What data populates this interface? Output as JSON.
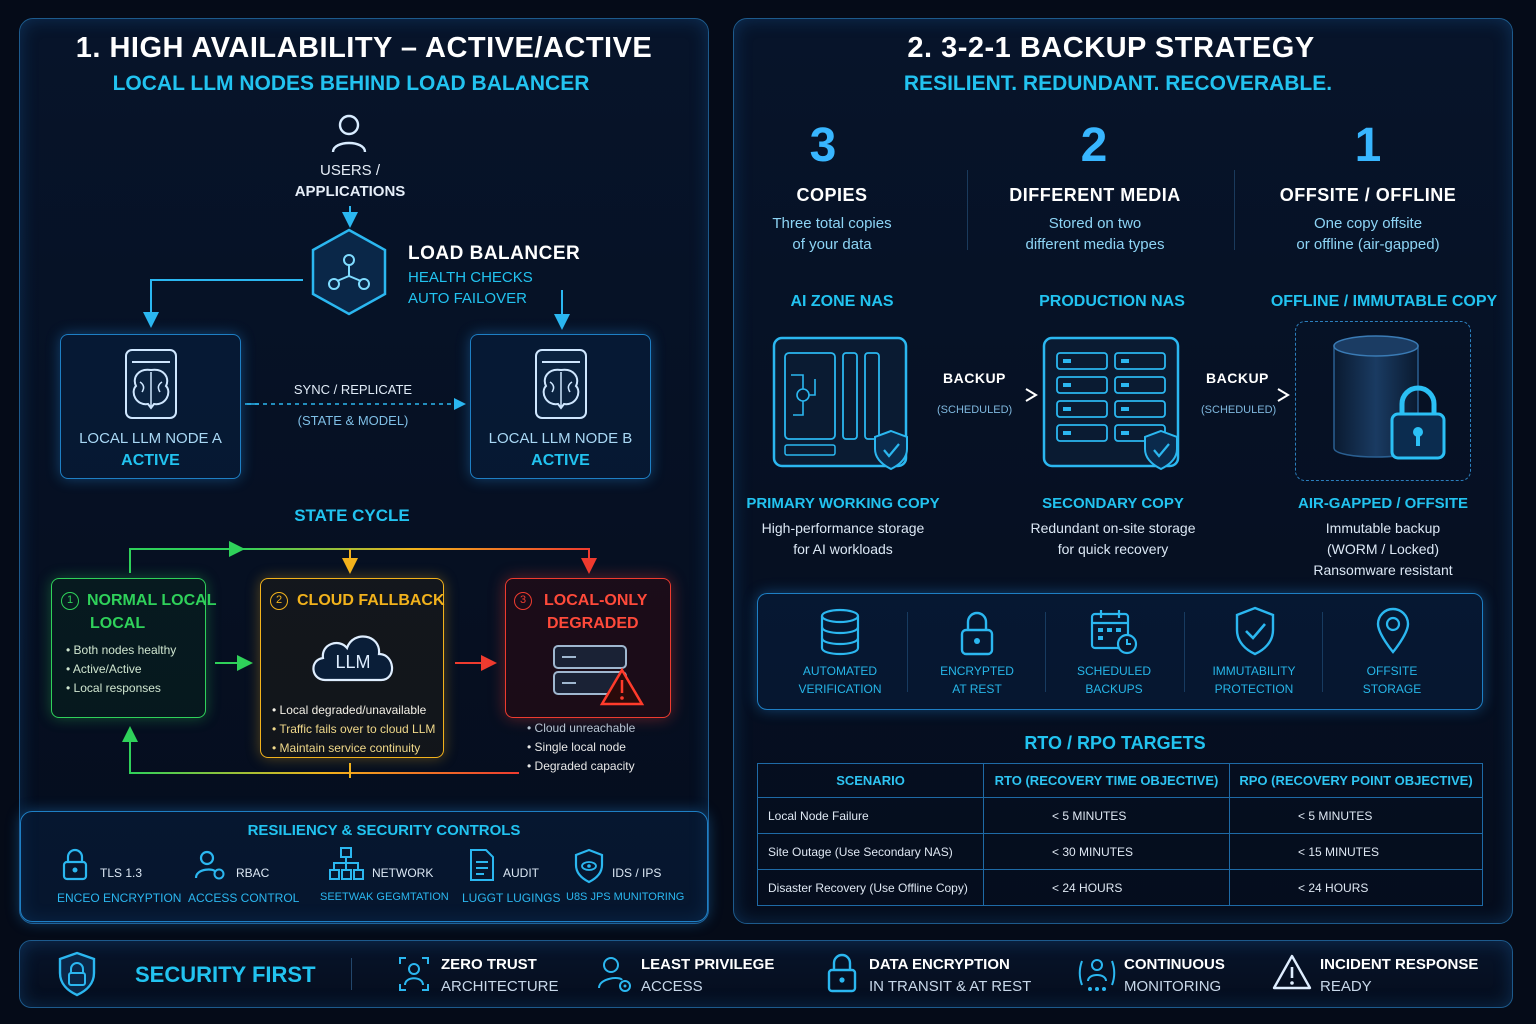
{
  "left": {
    "title": "1. HIGH AVAILABILITY – ACTIVE/ACTIVE",
    "subtitle": "LOCAL LLM NODES BEHIND LOAD BALANCER",
    "users_line1": "USERS /",
    "users_line2": "APPLICATIONS",
    "lb_title": "LOAD BALANCER",
    "lb_line1": "HEALTH CHECKS",
    "lb_line2": "AUTO FAILOVER",
    "node_a_name": "LOCAL LLM NODE A",
    "node_a_status": "ACTIVE",
    "node_b_name": "LOCAL LLM NODE B",
    "node_b_status": "ACTIVE",
    "sync_line1": "SYNC / REPLICATE",
    "sync_line2": "(STATE & MODEL)",
    "state_cycle": "STATE CYCLE",
    "states": [
      {
        "num": "1",
        "title_l1": "NORMAL LOCAL",
        "title_l2": "LOCAL",
        "bullets": [
          "Both nodes healthy",
          "Active/Active",
          "Local responses"
        ],
        "color": "#2fd15a"
      },
      {
        "num": "2",
        "title_l1": "CLOUD FALLBACK",
        "cloud_label": "LLM",
        "bullets": [
          "Local degraded/unavailable",
          "Traffic fails over to cloud LLM",
          "Maintain service continuity"
        ],
        "color": "#f2b21c"
      },
      {
        "num": "3",
        "title_l1": "LOCAL-ONLY",
        "title_l2": "DEGRADED",
        "bullets": [
          "Cloud unreachable",
          "Single local node",
          "Degraded capacity"
        ],
        "color": "#ee3b2f"
      }
    ],
    "controls_title": "RESILIENCY & SECURITY CONTROLS",
    "controls": [
      {
        "top": "TLS 1.3",
        "bottom": "ENCEO ENCRYPTION",
        "icon": "lock-icon"
      },
      {
        "top": "RBAC",
        "bottom": "ACCESS CONTROL",
        "icon": "user-gear-icon"
      },
      {
        "top": "NETWORK",
        "bottom": "SEETWAK GEGMTATION",
        "icon": "network-icon"
      },
      {
        "top": "AUDIT",
        "bottom": "LUGGT LUGINGS",
        "icon": "document-icon"
      },
      {
        "top": "IDS / IPS",
        "bottom": "U8S JPS MUNITORING",
        "icon": "shield-eye-icon"
      }
    ]
  },
  "right": {
    "title": "2. 3-2-1 BACKUP STRATEGY",
    "subtitle": "RESILIENT. REDUNDANT. RECOVERABLE.",
    "rules": [
      {
        "num": "3",
        "title": "COPIES",
        "line1": "Three total copies",
        "line2": "of your data"
      },
      {
        "num": "2",
        "title": "DIFFERENT MEDIA",
        "line1": "Stored on two",
        "line2": "different media types"
      },
      {
        "num": "1",
        "title": "OFFSITE / OFFLINE",
        "line1": "One copy offsite",
        "line2": "or offline (air-gapped)"
      }
    ],
    "tiers": [
      {
        "head": "AI ZONE NAS",
        "label": "PRIMARY WORKING COPY",
        "lines": [
          "High-performance storage",
          "for AI workloads"
        ]
      },
      {
        "head": "PRODUCTION NAS",
        "label": "SECONDARY COPY",
        "lines": [
          "Redundant on-site storage",
          "for quick recovery"
        ]
      },
      {
        "head": "OFFLINE / IMMUTABLE COPY",
        "label": "AIR-GAPPED / OFFSITE",
        "lines": [
          "Immutable backup",
          "(WORM / Locked)",
          "Ransomware resistant"
        ]
      }
    ],
    "backup_label": "BACKUP",
    "scheduled_label": "(SCHEDULED)",
    "features": [
      {
        "l1": "AUTOMATED",
        "l2": "VERIFICATION",
        "icon": "database-icon"
      },
      {
        "l1": "ENCRYPTED",
        "l2": "AT REST",
        "icon": "lock-icon"
      },
      {
        "l1": "SCHEDULED",
        "l2": "BACKUPS",
        "icon": "calendar-clock-icon"
      },
      {
        "l1": "IMMUTABILITY",
        "l2": "PROTECTION",
        "icon": "shield-check-icon"
      },
      {
        "l1": "OFFSITE",
        "l2": "STORAGE",
        "icon": "location-pin-icon"
      }
    ],
    "rto_title": "RTO / RPO TARGETS",
    "table_headers": [
      "SCENARIO",
      "RTO (RECOVERY TIME OBJECTIVE)",
      "RPO (RECOVERY POINT OBJECTIVE)"
    ],
    "table_rows": [
      [
        "Local Node Failure",
        "< 5 MINUTES",
        "< 5 MINUTES"
      ],
      [
        "Site Outage (Use Secondary NAS)",
        "< 30 MINUTES",
        "< 15 MINUTES"
      ],
      [
        "Disaster Recovery (Use Offline Copy)",
        "< 24 HOURS",
        "< 24 HOURS"
      ]
    ]
  },
  "footer": {
    "security_first": "SECURITY FIRST",
    "items": [
      {
        "l1": "ZERO TRUST",
        "l2": "ARCHITECTURE",
        "icon": "zero-trust-icon"
      },
      {
        "l1": "LEAST PRIVILEGE",
        "l2": "ACCESS",
        "icon": "user-key-icon"
      },
      {
        "l1": "DATA ENCRYPTION",
        "l2": "IN TRANSIT & AT REST",
        "icon": "lock-icon"
      },
      {
        "l1": "CONTINUOUS",
        "l2": "MONITORING",
        "icon": "monitoring-icon"
      },
      {
        "l1": "INCIDENT RESPONSE",
        "l2": "READY",
        "icon": "warning-icon"
      }
    ]
  }
}
